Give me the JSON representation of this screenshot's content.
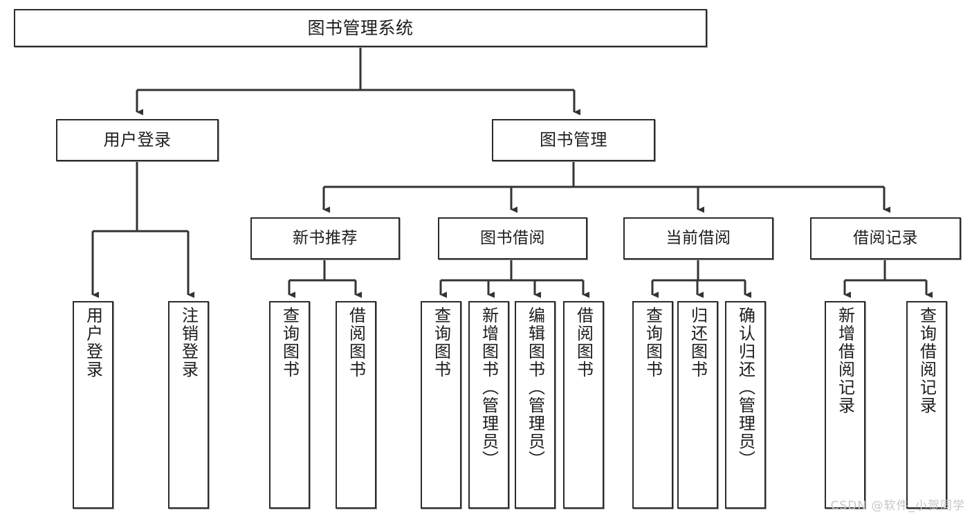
{
  "diagram": {
    "type": "tree",
    "title": "图书管理系统",
    "orientation": "top-down",
    "style": {
      "background": "#ffffff",
      "box_fill": "#ffffff",
      "box_border": "#2b2b2b",
      "connector_color": "#333333",
      "text_color": "#1d1d1d",
      "watermark_color": "#c6c6c6"
    },
    "root": {
      "label": "图书管理系统"
    },
    "level1": [
      {
        "label": "用户登录"
      },
      {
        "label": "图书管理"
      }
    ],
    "level2": [
      {
        "label": "新书推荐"
      },
      {
        "label": "图书借阅"
      },
      {
        "label": "当前借阅"
      },
      {
        "label": "借阅记录"
      }
    ],
    "leaves": {
      "user_login": [
        {
          "label": "用户登录"
        },
        {
          "label": "注销登录"
        }
      ],
      "new_book": [
        {
          "label": "查询图书"
        },
        {
          "label": "借阅图书"
        }
      ],
      "book_borrow": [
        {
          "label": "查询图书"
        },
        {
          "label": "新增图书（管理员）"
        },
        {
          "label": "编辑图书（管理员）"
        },
        {
          "label": "借阅图书"
        }
      ],
      "current_borrow": [
        {
          "label": "查询图书"
        },
        {
          "label": "归还图书"
        },
        {
          "label": "确认归还（管理员）"
        }
      ],
      "borrow_record": [
        {
          "label": "新增借阅记录"
        },
        {
          "label": "查询借阅记录"
        }
      ]
    }
  },
  "watermark": {
    "text": "CSDN @软件_小贺同学"
  }
}
